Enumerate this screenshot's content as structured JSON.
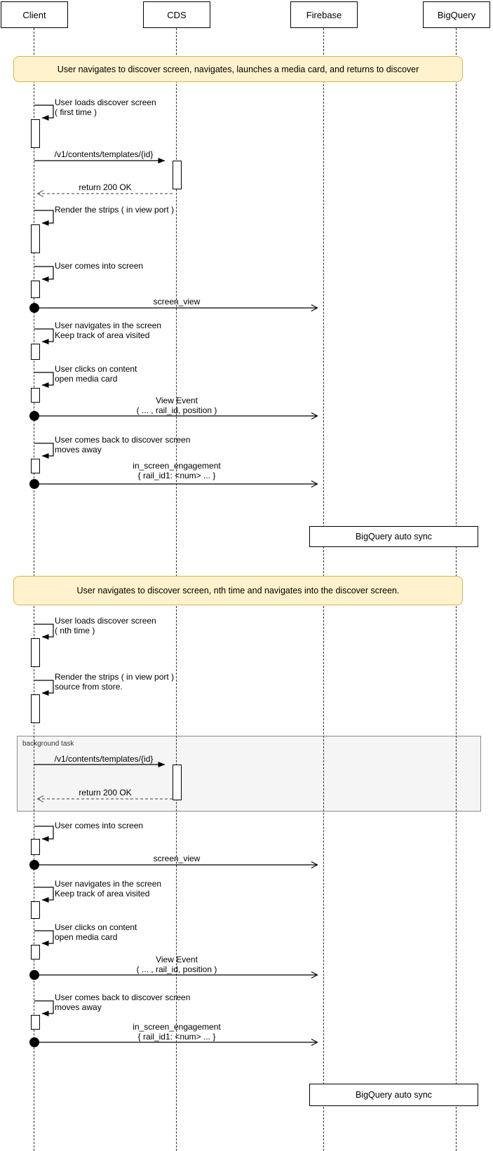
{
  "actors": [
    {
      "label": "Client"
    },
    {
      "label": "CDS"
    },
    {
      "label": "Firebase"
    },
    {
      "label": "BigQuery"
    }
  ],
  "section1": {
    "banner": "User navigates to discover screen, navigates, launches a media card, and returns to discover",
    "self1": {
      "line1": "User loads discover screen",
      "line2": "( first time )"
    },
    "request": "/v1/contents/templates/{id}",
    "response": "return 200 OK",
    "self2": {
      "line1": "Render the strips ( in view port )"
    },
    "self3": {
      "line1": "User comes into screen"
    },
    "screen_view": "screen_view",
    "self4": {
      "line1": "User navigates in the screen",
      "line2": "Keep track of area visited"
    },
    "self5": {
      "line1": "User clicks on content",
      "line2": "open media card"
    },
    "view_event": {
      "line1": "View Event",
      "line2": "( ... , rail_id, position )"
    },
    "self6": {
      "line1": "User comes back to discover screen",
      "line2": "moves away"
    },
    "engagement": {
      "line1": "in_screen_engagement",
      "line2": "{ rail_id1: <num> ... }"
    },
    "sync_box": "BigQuery auto sync"
  },
  "section2": {
    "banner": "User navigates to discover screen, nth time and navigates into the discover screen.",
    "self1": {
      "line1": "User loads discover screen",
      "line2": "( nth time )"
    },
    "self2": {
      "line1": "Render the strips ( in view port )",
      "line2": "source from store."
    },
    "bg_task": {
      "label": "background task",
      "request": "/v1/contents/templates/{id}",
      "response": "return 200 OK"
    },
    "self3": {
      "line1": "User comes into screen"
    },
    "screen_view": "screen_view",
    "self4": {
      "line1": "User navigates in the screen",
      "line2": "Keep track of area visited"
    },
    "self5": {
      "line1": "User clicks on content",
      "line2": "open media card"
    },
    "view_event": {
      "line1": "View Event",
      "line2": "( ... , rail_id, position )"
    },
    "self6": {
      "line1": "User comes back to discover screen",
      "line2": "moves away"
    },
    "engagement": {
      "line1": "in_screen_engagement",
      "line2": "{ rail_id1: <num> ... }"
    },
    "sync_box": "BigQuery auto sync"
  },
  "colors": {
    "banner_fill": "#FFF2CC",
    "banner_border": "#D6B656",
    "frame_fill": "#F5F5F5",
    "frame_border": "#8A8A8A",
    "line": "#000000",
    "return_line": "#666666"
  }
}
